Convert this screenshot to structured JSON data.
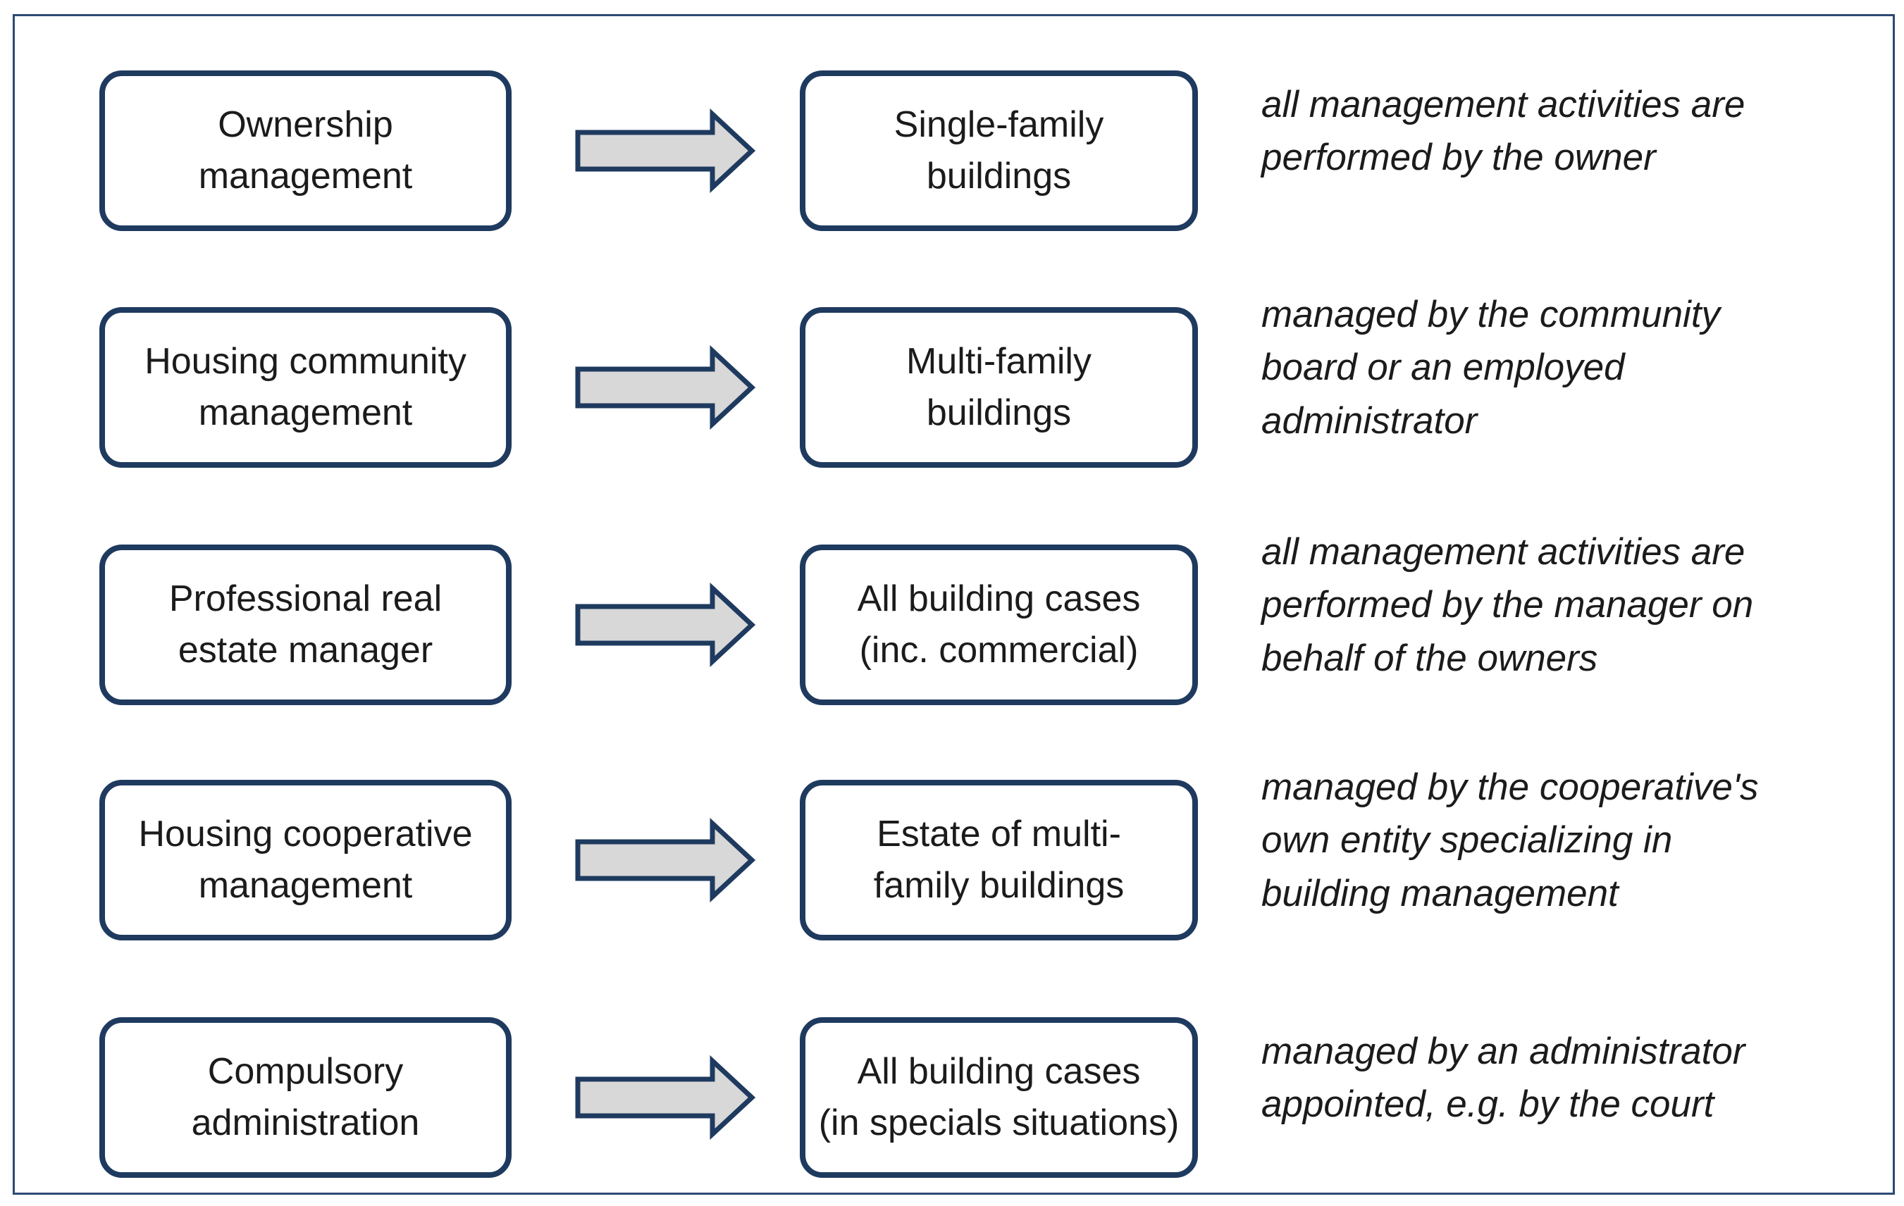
{
  "colors": {
    "accent_navy": "#1f3a5f",
    "frame_border": "#2c4a73",
    "arrow_fill": "#d8d8d8",
    "text": "#1b1b1b"
  },
  "icons": {
    "row_arrow": "right-block-arrow"
  },
  "rows": [
    {
      "left": "Ownership\nmanagement",
      "right": "Single-family\nbuildings",
      "note": "all management activities are\nperformed by the owner"
    },
    {
      "left": "Housing community\nmanagement",
      "right": "Multi-family\nbuildings",
      "note": "managed by the community\nboard or an employed\nadministrator"
    },
    {
      "left": "Professional real\nestate manager",
      "right": "All building cases\n(inc. commercial)",
      "note": "all management activities are\nperformed by the manager on\nbehalf of the owners"
    },
    {
      "left": "Housing cooperative\nmanagement",
      "right": "Estate of multi-\nfamily buildings",
      "note": "managed by the cooperative's\nown entity specializing in\nbuilding management"
    },
    {
      "left": "Compulsory\nadministration",
      "right": "All building cases\n(in specials situations)",
      "note": "managed by an administrator\nappointed, e.g. by the court"
    }
  ]
}
